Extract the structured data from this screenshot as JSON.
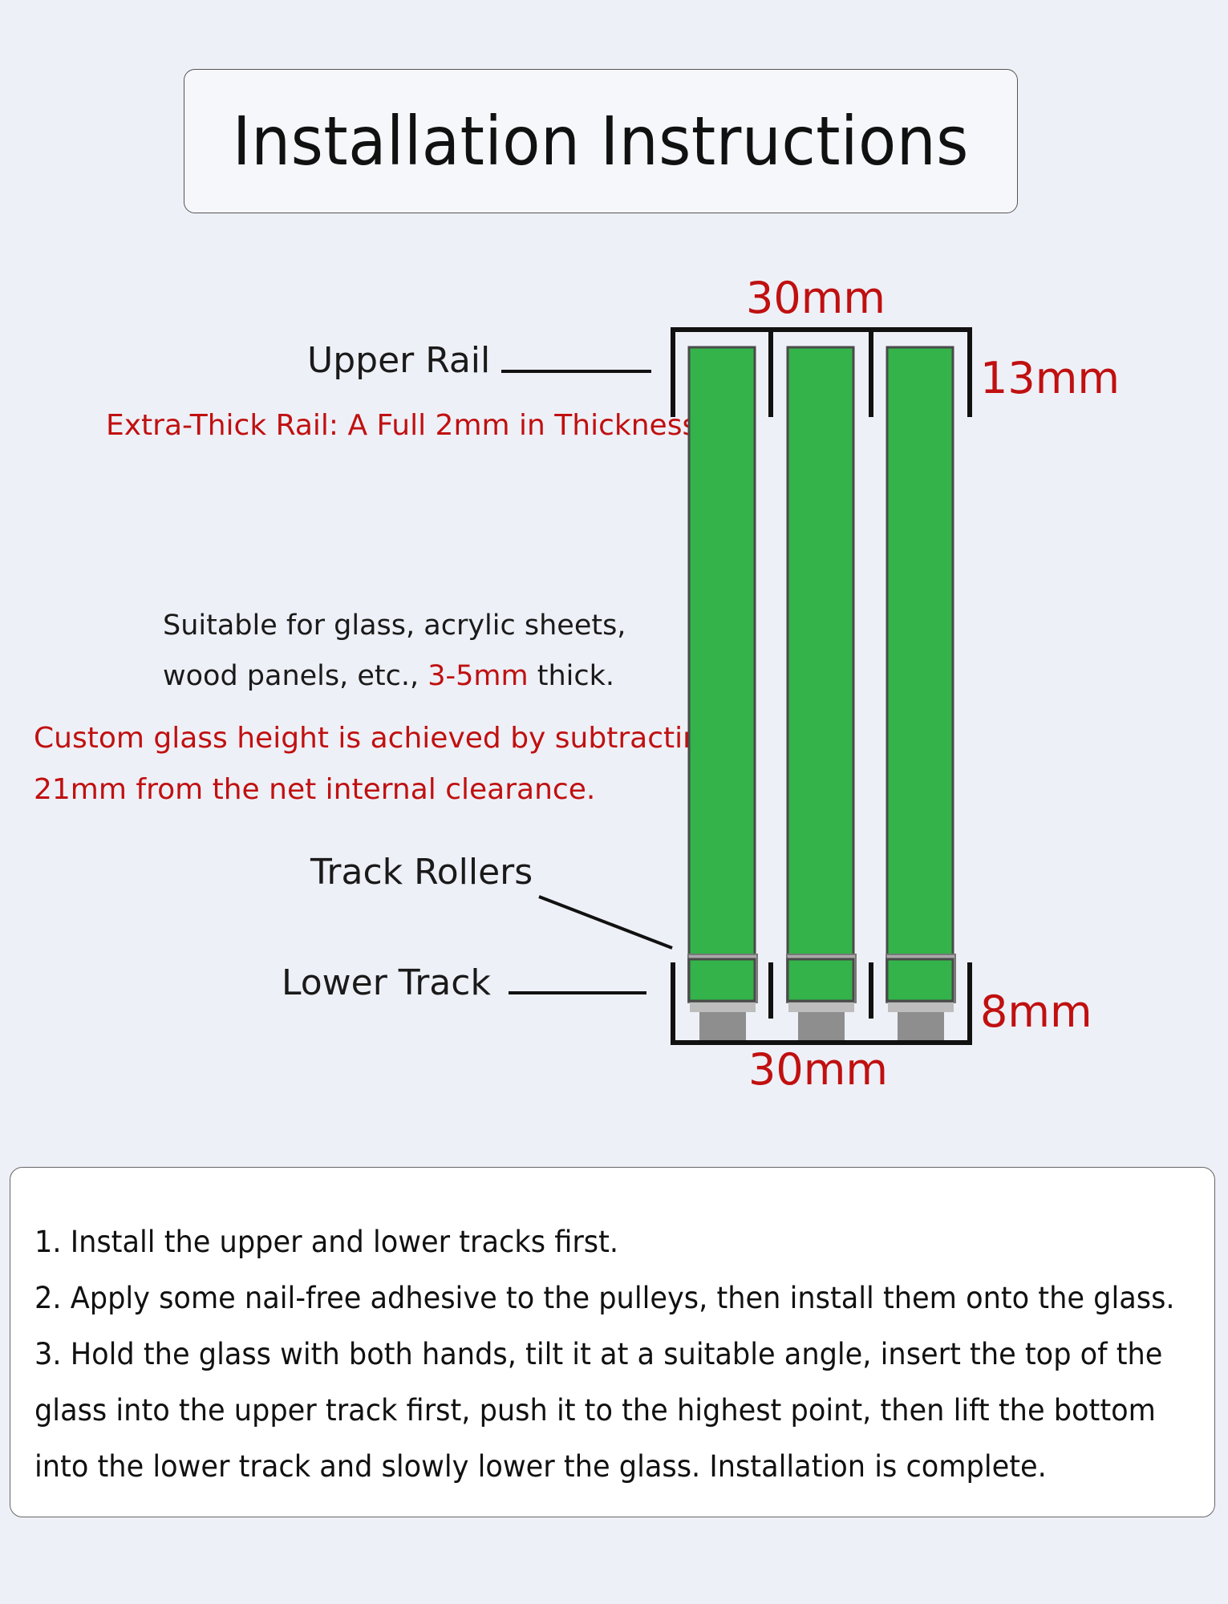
{
  "title": "Installation Instructions",
  "labels": {
    "upper_rail": "Upper Rail",
    "extra_thick": "Extra-Thick Rail: A Full 2mm in Thickness",
    "suitable_line1": "Suitable for glass, acrylic sheets,",
    "suitable_line2_a": "wood panels, etc., ",
    "suitable_line2_b": "3-5mm",
    "suitable_line2_c": " thick.",
    "custom_line1": "Custom glass height is achieved by subtracting",
    "custom_line2": "21mm from the net internal clearance.",
    "track_rollers": "Track Rollers",
    "lower_track": "Lower Track"
  },
  "dimensions": {
    "top_width": "30mm",
    "upper_height": "13mm",
    "lower_height": "8mm",
    "bottom_width": "30mm"
  },
  "colors": {
    "glass_panel": "#33b34a",
    "annotation_red": "#c01010",
    "rail": "#111111",
    "roller": "#9a9a9a"
  },
  "steps": [
    "1. Install the upper and lower tracks first.",
    "2. Apply some nail-free adhesive to the pulleys, then install them onto the glass.",
    "3. Hold the glass with both hands, tilt it at a suitable angle, insert the top of the",
    "glass into the upper track first, push it to the highest point, then lift the bottom",
    "into the lower track and slowly lower the glass. Installation is complete."
  ]
}
